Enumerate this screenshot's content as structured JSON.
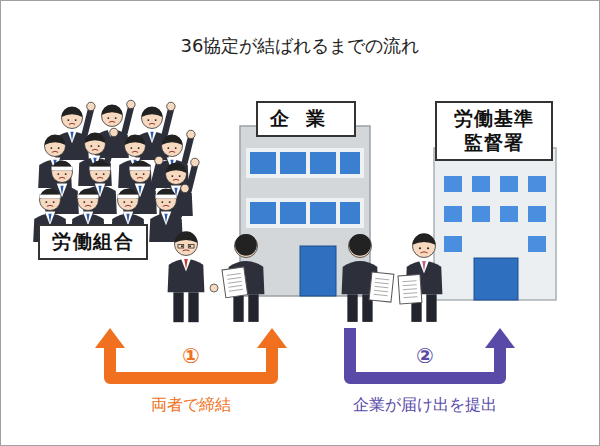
{
  "diagram": {
    "title": "36協定が結ばれるまでの流れ",
    "nodes": [
      {
        "text": [
          "労働組合"
        ]
      },
      {
        "text": [
          "企業"
        ]
      },
      {
        "text": [
          "労働基準 監督署"
        ]
      }
    ],
    "edges": [
      {
        "from": 0,
        "to": 1,
        "label": "両者で締結",
        "arrow": "both"
      },
      {
        "from": 1,
        "to": 2,
        "label": "企業が届け出を提出",
        "arrow": "to"
      }
    ],
    "labels": [
      "①",
      "②"
    ]
  }
}
